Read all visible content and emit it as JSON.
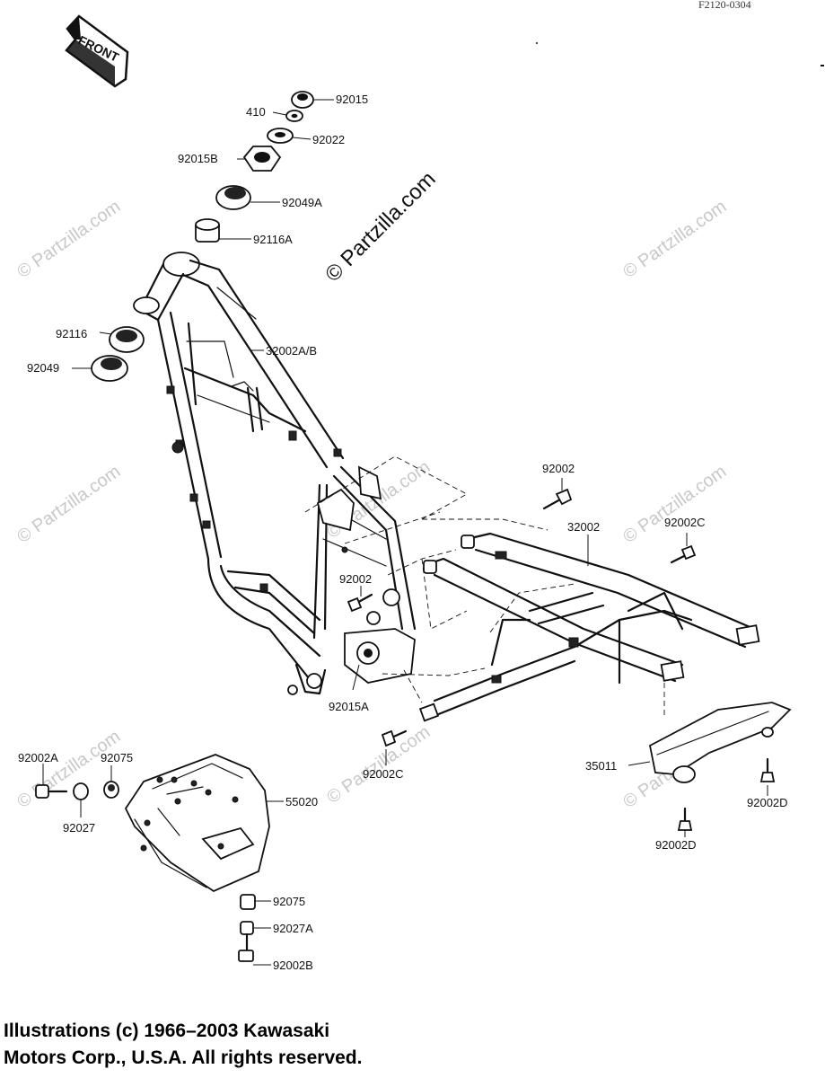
{
  "figure_code": "F2120-0304",
  "front_arrow": "FRONT",
  "watermark_main": "© Partzilla.com",
  "watermark_faint": "© Partzilla.com",
  "parts": {
    "p92015": "92015",
    "p410": "410",
    "p92022": "92022",
    "p92015B": "92015B",
    "p92049A": "92049A",
    "p92116A": "92116A",
    "p92116": "92116",
    "p92049": "92049",
    "p32002AB": "32002A/B",
    "p92002_top": "92002",
    "p32002": "32002",
    "p92002C_top": "92002C",
    "p92002_mid": "92002",
    "p92015A": "92015A",
    "p92002C_bot": "92002C",
    "p35011": "35011",
    "p92002D_a": "92002D",
    "p92002D_b": "92002D",
    "p92002A": "92002A",
    "p92075_top": "92075",
    "p92027": "92027",
    "p55020": "55020",
    "p92075_bot": "92075",
    "p92027A": "92027A",
    "p92002B": "92002B"
  },
  "copyright": {
    "line1": "Illustrations (c) 1966–2003 Kawasaki",
    "line2": "Motors Corp., U.S.A.  All rights reserved."
  }
}
